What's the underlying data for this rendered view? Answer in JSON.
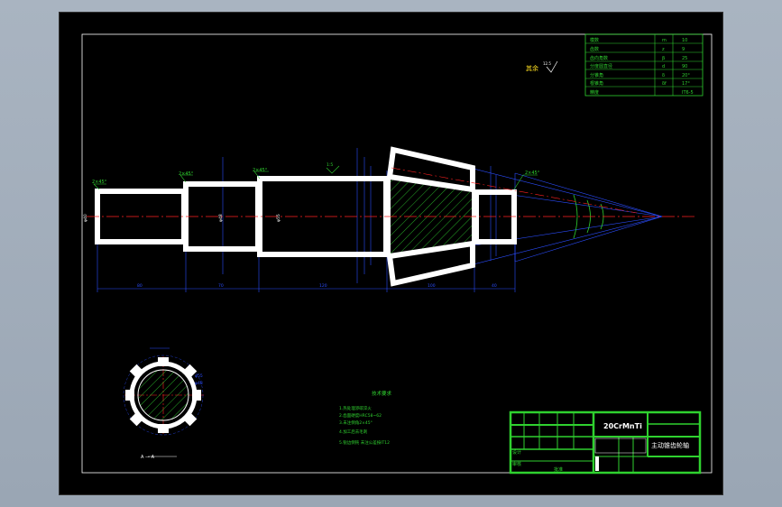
{
  "colors": {
    "background": "#9aa6b4",
    "sheet": "#000000",
    "frame_green": "#2fd12f",
    "part_white": "#ffffff",
    "dim_blue": "#2b4dff",
    "center_red": "#ff2020",
    "hatch_green": "#2fd12f",
    "yellow_mark": "#ffe020"
  },
  "param_table": {
    "rows": [
      {
        "name": "模数",
        "sym": "m",
        "val": "10"
      },
      {
        "name": "齿数",
        "sym": "z",
        "val": "9"
      },
      {
        "name": "齿向角数",
        "sym": "β",
        "val": "25"
      },
      {
        "name": "分度圆直径",
        "sym": "d",
        "val": "90"
      },
      {
        "name": "分锥角",
        "sym": "δ",
        "val": "20°"
      },
      {
        "name": "根锥角",
        "sym": "δf",
        "val": "17°"
      },
      {
        "name": "精度",
        "sym": "",
        "val": "IT6-5"
      }
    ]
  },
  "roughness_note": "其余",
  "roughness_value": "12.5",
  "chamfers": [
    "2×45°",
    "2×45°",
    "2×45°",
    "2×45°"
  ],
  "taper_note": "1:5",
  "diameters": [
    "φ40",
    "φ48",
    "φ55"
  ],
  "length_dims": [
    "80",
    "70",
    "120",
    "100",
    "40"
  ],
  "section_label": "A — A",
  "section_dims": [
    "φ55",
    "φ48"
  ],
  "tech_requirements": {
    "title": "技术要求",
    "lines": [
      "1.热处理渗碳淬火",
      "2.齿面硬度HRC58~62",
      "3.未注倒角2×45°",
      "4.加工后去毛刺",
      "5.锐边倒钝 未注公差按IT12"
    ]
  },
  "title_block": {
    "material": "20CrMnTi",
    "part_name": "主动锥齿轮轴",
    "left_labels": [
      "设计",
      "审核",
      "批准"
    ]
  }
}
